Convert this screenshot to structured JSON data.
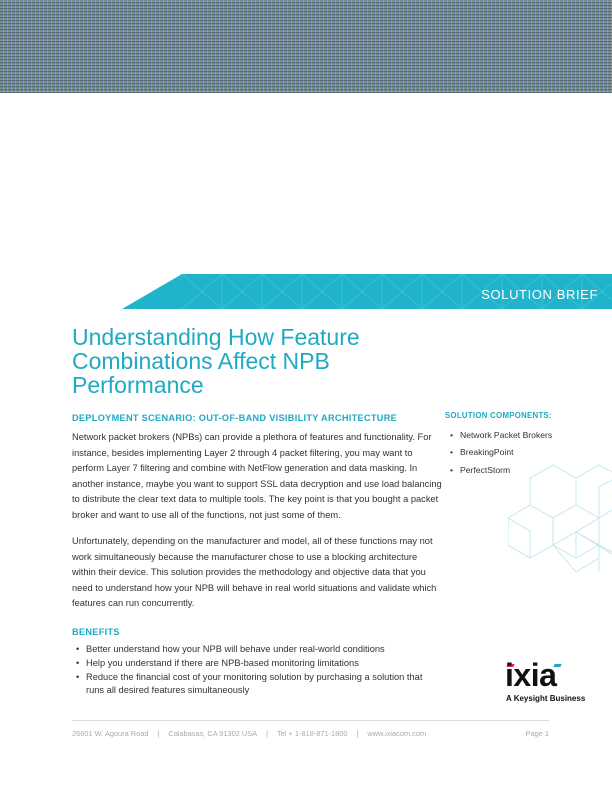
{
  "header_image": {
    "description": "obscured/noise image band"
  },
  "banner": {
    "label": "SOLUTION BRIEF",
    "color": "#1fb3cc"
  },
  "title": "Understanding How Feature Combinations Affect NPB Performance",
  "deployment": {
    "heading": "DEPLOYMENT SCENARIO: OUT-OF-BAND VISIBILITY ARCHITECTURE",
    "paragraphs": [
      "Network packet brokers (NPBs) can provide a plethora of features and functionality. For instance, besides implementing Layer 2 through 4 packet filtering, you may want to perform Layer 7 filtering and combine with NetFlow generation and data masking. In another instance, maybe you want to support SSL data decryption and use load balancing to distribute the clear text data to multiple tools. The key point is that you bought a packet broker and want to use all of the functions, not just some of them.",
      "Unfortunately, depending on the manufacturer and model, all of these functions may not work simultaneously because the manufacturer chose to use a blocking architecture within their device. This solution provides the methodology and objective data that you need to understand how your NPB will behave in real world situations and validate which features can run concurrently."
    ]
  },
  "benefits": {
    "heading": "BENEFITS",
    "items": [
      "Better understand how your NPB will behave under real-world conditions",
      "Help you understand if there are NPB-based monitoring limitations",
      "Reduce the financial cost of your monitoring solution by purchasing a solution that runs all desired features simultaneously"
    ]
  },
  "components": {
    "heading": "SOLUTION COMPONENTS:",
    "items": [
      "Network Packet Brokers",
      "BreakingPoint",
      "PerfectStorm"
    ]
  },
  "logo": {
    "word": "ixia",
    "tagline": "A Keysight Business",
    "accent_red": "#e5294b",
    "accent_teal": "#1fa9c4"
  },
  "footer": {
    "address": "26601 W. Agoura Road",
    "city": "Calabasas, CA 91302 USA",
    "phone": "Tel + 1-818-871-1800",
    "website": "www.ixiacom.com",
    "separator": "|",
    "page": "Page 1"
  },
  "colors": {
    "accent": "#1fa9c4",
    "text": "#333333",
    "footer_text": "#aaaaaa"
  }
}
